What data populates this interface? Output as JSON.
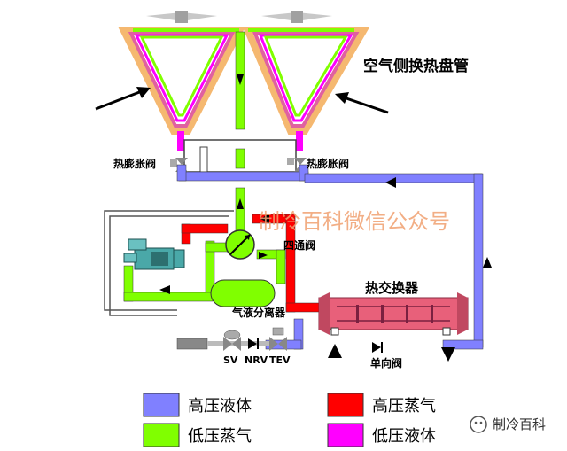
{
  "labels": {
    "air_coil": "空气侧换热盘管",
    "txv_left": "热膨胀阀",
    "txv_right": "热膨胀阀",
    "four_way": "四通阀",
    "accumulator": "气液分离器",
    "heat_exchanger": "热交换器",
    "check_valve": "单向阀",
    "sv": "SV",
    "nrv": "NRV",
    "tev": "TEV"
  },
  "watermark": "制冷百科微信公众号",
  "brand": "制冷百科",
  "legend": [
    {
      "label": "高压液体",
      "color": "#8080ff"
    },
    {
      "label": "高压蒸气",
      "color": "#ff0000"
    },
    {
      "label": "低压蒸气",
      "color": "#80ff00"
    },
    {
      "label": "低压液体",
      "color": "#ff00ff"
    }
  ],
  "colors": {
    "hp_liquid": "#8080ff",
    "hp_vapor": "#ff0000",
    "lp_vapor": "#80ff00",
    "lp_liquid": "#ff00ff",
    "coil_orange": "#f5b870",
    "equipment_teal": "#4aa8a8",
    "hx_pink": "#e8607a"
  }
}
